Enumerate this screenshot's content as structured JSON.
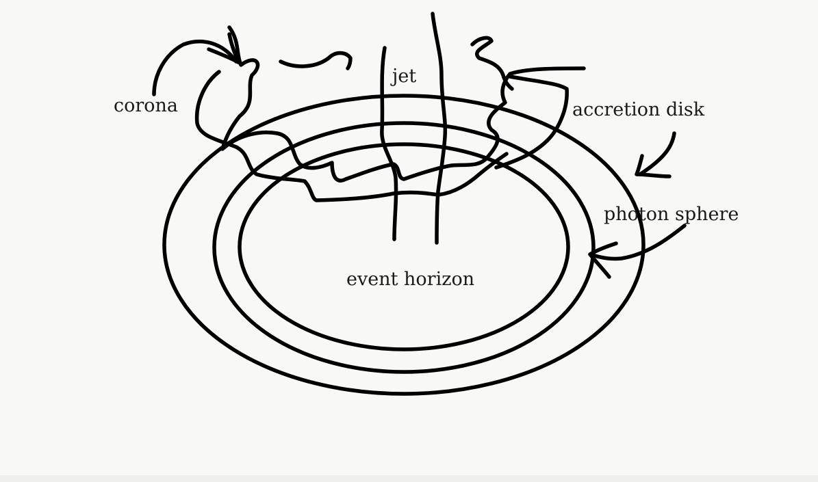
{
  "diagram": {
    "labels": {
      "corona": "corona",
      "jet": "jet",
      "accretion_disk": "accretion disk",
      "photon_sphere": "photon sphere",
      "event_horizon": "event horizon"
    },
    "ink_color": "#000000",
    "paper_color": "#f8f8f7"
  }
}
